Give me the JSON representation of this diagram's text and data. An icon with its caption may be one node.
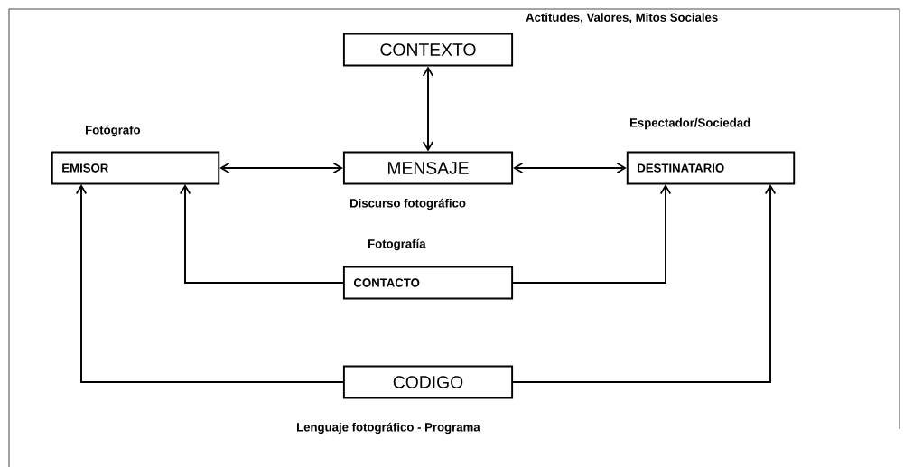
{
  "diagram": {
    "nodes": [
      {
        "text": [
          "CONTEXTO"
        ],
        "beside": [
          "Actitudes, Valores, Mitos Sociales"
        ]
      },
      {
        "text": [
          "EMISOR"
        ],
        "beside": [
          "Fotógrafo"
        ]
      },
      {
        "text": [
          "MENSAJE"
        ],
        "beside": [
          "Discurso fotográfico"
        ]
      },
      {
        "text": [
          "DESTINATARIO"
        ],
        "beside": [
          "Espectador/Sociedad"
        ]
      },
      {
        "text": [
          "CONTACTO"
        ],
        "beside": [
          "Fotografía"
        ]
      },
      {
        "text": [
          "CODIGO"
        ],
        "beside": [
          "Lenguaje fotográfico - Programa"
        ]
      }
    ],
    "edges": [
      {
        "from": 0,
        "to": 2,
        "arrow": "both"
      },
      {
        "from": 1,
        "to": 2,
        "arrow": "both"
      },
      {
        "from": 2,
        "to": 3,
        "arrow": "both"
      },
      {
        "from": 4,
        "to": 1,
        "arrow": "to"
      },
      {
        "from": 4,
        "to": 3,
        "arrow": "to"
      },
      {
        "from": 5,
        "to": 1,
        "arrow": "to"
      },
      {
        "from": 5,
        "to": 3,
        "arrow": "to"
      }
    ]
  }
}
